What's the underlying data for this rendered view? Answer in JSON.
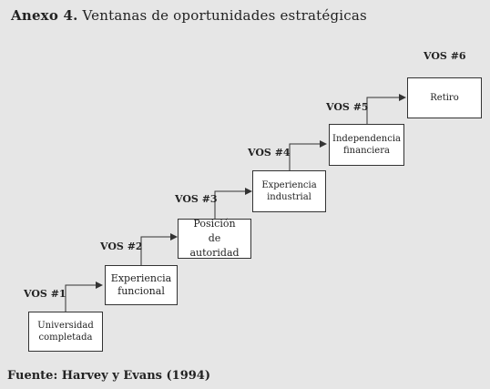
{
  "title": {
    "prefix": "Anexo 4.",
    "text": " Ventanas de oportunidades estratégicas"
  },
  "source": "Fuente: Harvey y Evans (1994)",
  "steps": [
    {
      "label": "VOS #1",
      "box_text": "Universidad\ncompletada"
    },
    {
      "label": "VOS #2",
      "box_text": "Experiencia\nfuncional"
    },
    {
      "label": "VOS #3",
      "box_text": "Posición\nde autoridad"
    },
    {
      "label": "VOS #4",
      "box_text": "Experiencia\nindustrial"
    },
    {
      "label": "VOS #5",
      "box_text": "Independencia\nfinanciera"
    },
    {
      "label": "VOS #6",
      "box_text": "Retiro"
    }
  ],
  "colors": {
    "background": "#e6e6e6",
    "box_fill": "#ffffff",
    "line": "#333333"
  }
}
